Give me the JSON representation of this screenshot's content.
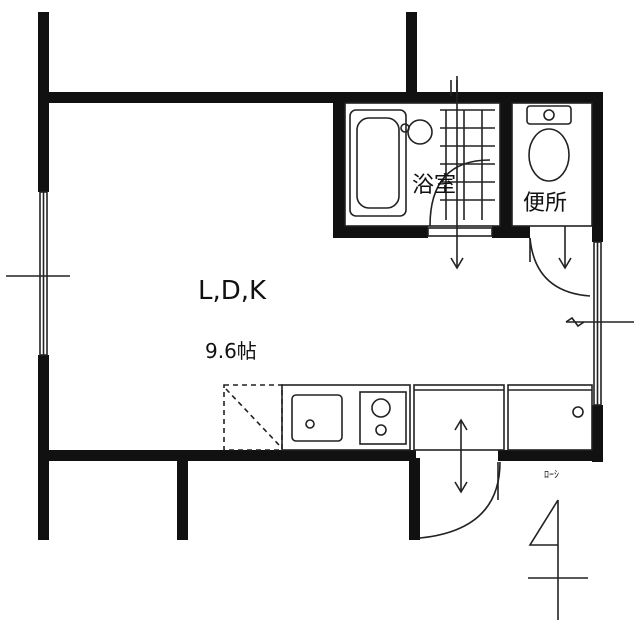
{
  "rooms": {
    "ldk": {
      "name": "L,D,K",
      "area": "9.6帖"
    },
    "bath": {
      "name": "浴室"
    },
    "toilet": {
      "name": "便所"
    }
  },
  "marks": {
    "side_label": "ﾛｰｼ"
  },
  "colors": {
    "wall": "#111111",
    "line": "#222222",
    "background": "#ffffff"
  }
}
